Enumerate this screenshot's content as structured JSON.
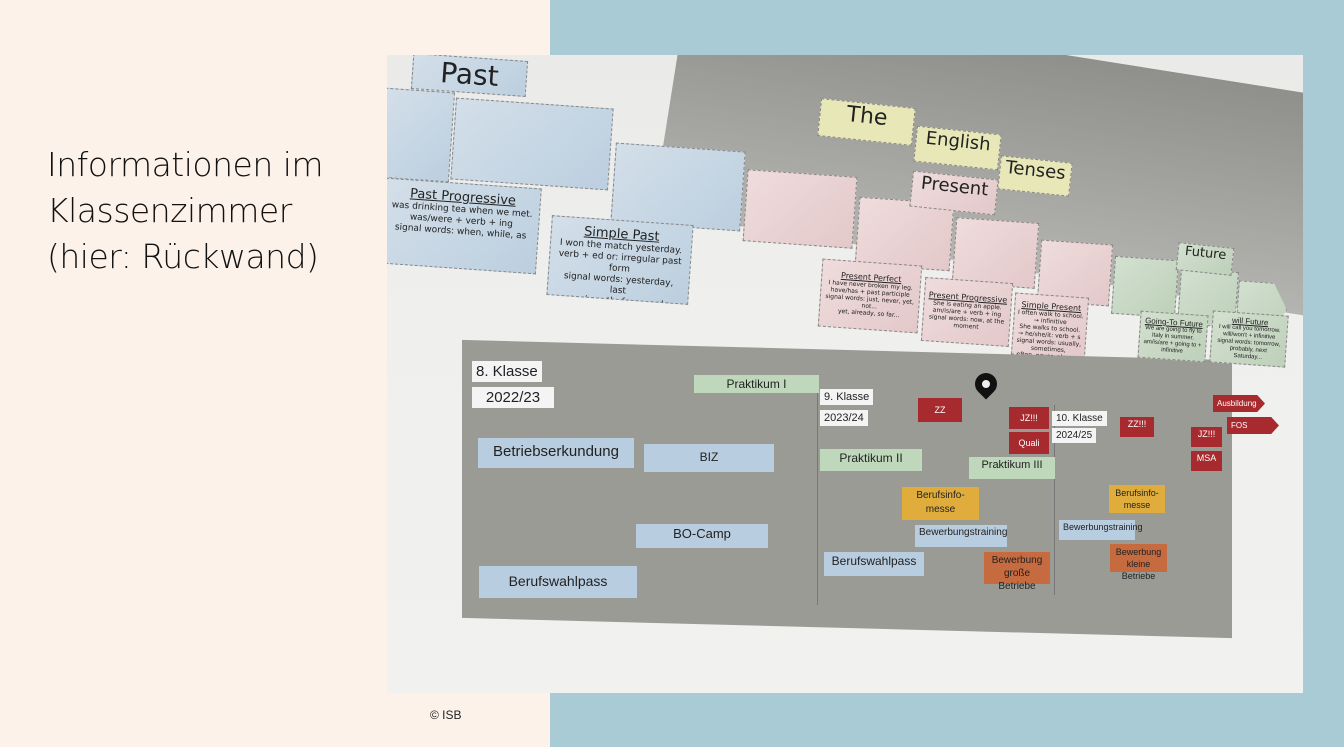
{
  "slide": {
    "title_lines": [
      "Informationen im",
      "Klassenzimmer",
      "(hier: Rückwand)"
    ],
    "copyright": "© ISB"
  },
  "wall": {
    "header": {
      "past": "Past",
      "the": "The",
      "english": "English",
      "tenses": "Tenses",
      "present": "Present",
      "future": "Future"
    },
    "cards": {
      "past_progressive": {
        "title": "Past Progressive",
        "lines": [
          "was drinking tea when we met.",
          "was/were + verb + ing",
          "signal words: when, while, as"
        ]
      },
      "simple_past": {
        "title": "Simple Past",
        "lines": [
          "I won the match yesterday.",
          "verb + ed or: irregular past form",
          "signal words: yesterday, last",
          "year/month, four weeks ago..."
        ]
      },
      "present_perfect": {
        "title": "Present Perfect",
        "lines": [
          "I have never broken my leg.",
          "have/has + past participle",
          "signal words: just, never, yet, not...",
          "yet, already, so far..."
        ]
      },
      "present_progressive": {
        "title": "Present Progressive",
        "lines": [
          "She is eating an apple.",
          "am/is/are + verb + ing",
          "signal words: now, at the moment"
        ]
      },
      "simple_present": {
        "title": "Simple Present",
        "lines": [
          "I often walk to school. → infinitive",
          "She walks to school.",
          "→ he/she/it: verb + s",
          "signal words: usually, sometimes,",
          "often, never, always, every week/year..."
        ]
      },
      "going_to_future": {
        "title": "Going-To Future",
        "lines": [
          "We are going to fly to Italy in summer.",
          "am/is/are + going to + infinitive"
        ]
      },
      "will_future": {
        "title": "will Future",
        "lines": [
          "I will call you tomorrow.",
          "will/won't + infinitive",
          "signal words: tomorrow, probably, next",
          "Saturday..."
        ]
      }
    },
    "board": {
      "grade8": "8. Klasse",
      "year8": "2022/23",
      "grade9": "9. Klasse",
      "year9": "2023/24",
      "grade10": "10. Klasse",
      "year10": "2024/25",
      "praktikum1": "Praktikum I",
      "praktikum2": "Praktikum II",
      "praktikum3": "Praktikum III",
      "zz1": "ZZ",
      "jz1": "JZ!!!",
      "quali": "Quali",
      "zz2": "ZZ!!!",
      "jz2": "JZ!!!",
      "msa": "MSA",
      "ausbildung": "Ausbildung",
      "fos": "FOS",
      "betriebserkundung": "Betriebserkundung",
      "biz": "BIZ",
      "bocamp": "BO-Camp",
      "berufswahlpass1": "Berufswahlpass",
      "berufswahlpass2": "Berufswahlpass",
      "messe1": "Berufsinfo-\nmesse",
      "messe2": "Berufsinfo-\nmesse",
      "training1": "Bewerbungstraining",
      "training2": "Bewerbungstraining",
      "bew_gross": "Bewerbung\ngroße Betriebe",
      "bew_klein": "Bewerbung\nkleine Betriebe"
    }
  }
}
